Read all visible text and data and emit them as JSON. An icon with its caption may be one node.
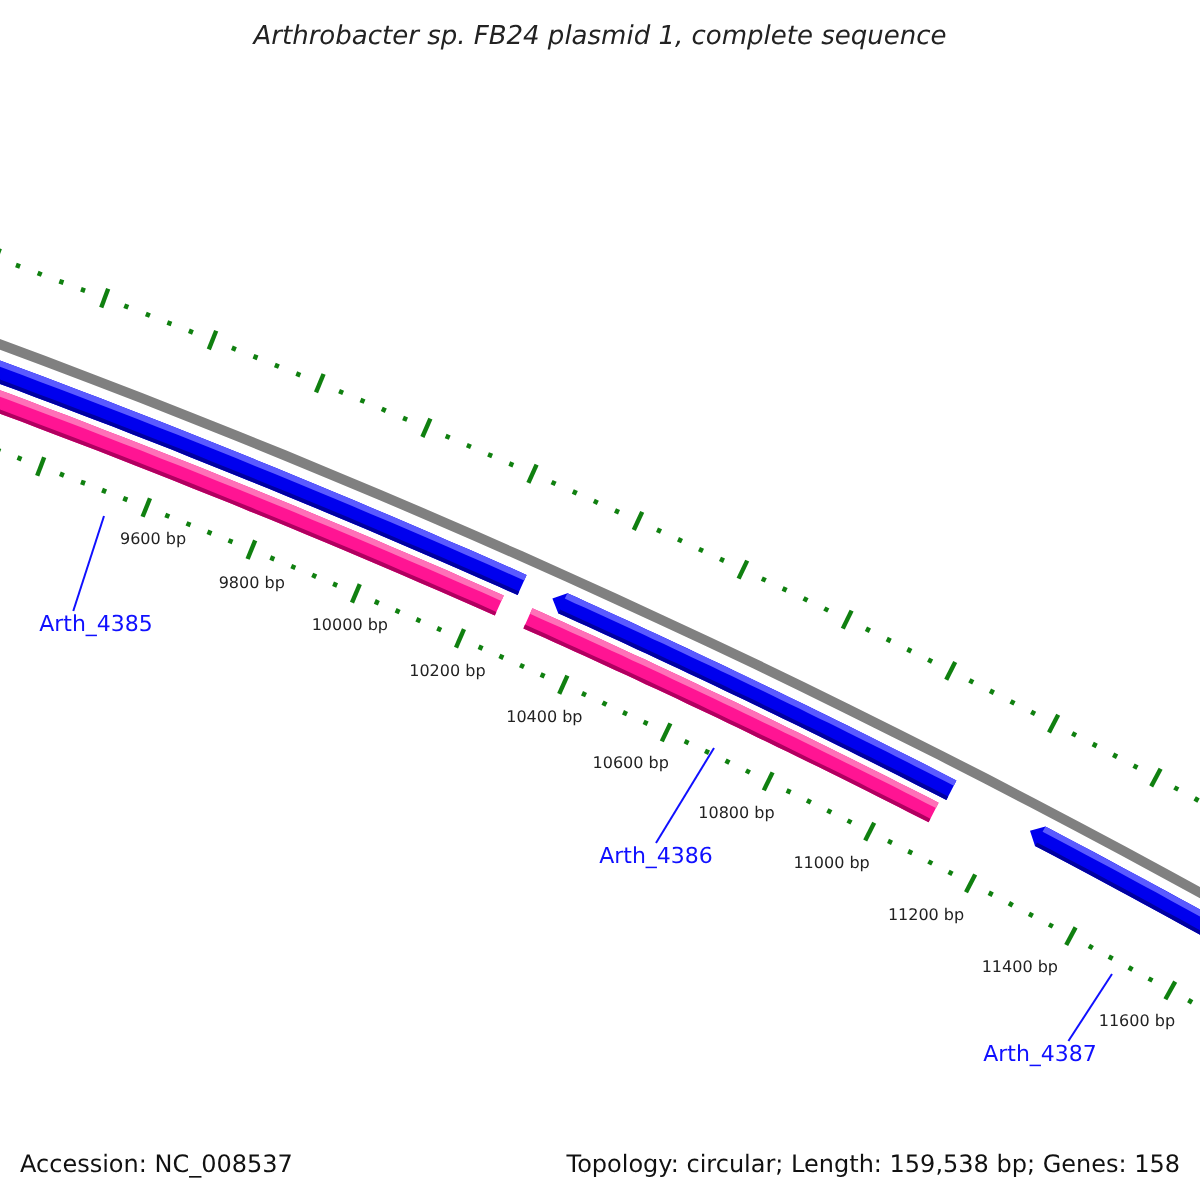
{
  "diagram": {
    "title": "Arthrobacter sp. FB24 plasmid 1, complete sequence",
    "nodes": [
      {
        "text": [
          "Arth_4385"
        ]
      },
      {
        "text": [
          "Arth_4386"
        ]
      },
      {
        "text": [
          "Arth_4387"
        ]
      }
    ],
    "edges": [
      {
        "from": 0,
        "to": null,
        "arrow": "none"
      },
      {
        "from": 1,
        "to": null,
        "arrow": "none"
      },
      {
        "from": 2,
        "to": null,
        "arrow": "none"
      }
    ],
    "labels": [
      "9600 bp",
      "9800 bp",
      "10000 bp",
      "10200 bp",
      "10400 bp",
      "10600 bp",
      "10800 bp",
      "11000 bp",
      "11200 bp",
      "11400 bp",
      "11600 bp",
      "Accession: NC_008537",
      "Topology: circular; Length: 159,538 bp; Genes: 158"
    ]
  }
}
